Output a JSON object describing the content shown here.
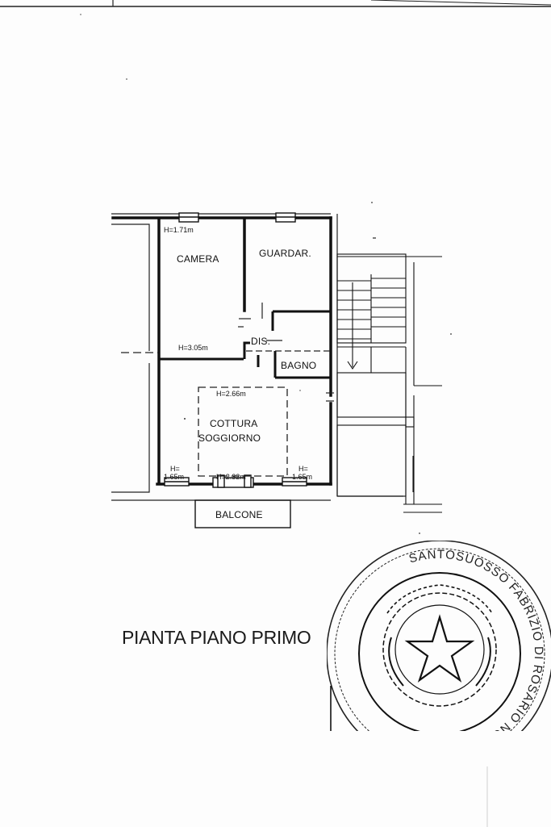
{
  "rooms": {
    "camera": "CAMERA",
    "guardaroba": "GUARDAR.",
    "disimpegno": "DIS.",
    "bagno": "BAGNO",
    "cucina_line1": "COTTURA",
    "cucina_line2": "SOGGIORNO",
    "balcone": "BALCONE"
  },
  "heights": {
    "top_left": "H=1.71m",
    "camera": "H=3.05m",
    "soggiorno": "H=2.66m",
    "left_top": "H=",
    "left_bottom": "1.65m",
    "center": "H=2.32m",
    "right_top": "H=",
    "right_bottom": "1.65m"
  },
  "title": "PIANTA PIANO PRIMO",
  "seal": {
    "text": "SANTOSUOSSO FABRIZIO DI ROSARIO NOTAIO",
    "icon": "emblem-star-icon"
  },
  "colors": {
    "ink": "#111111",
    "paper": "#fdfdfd"
  }
}
